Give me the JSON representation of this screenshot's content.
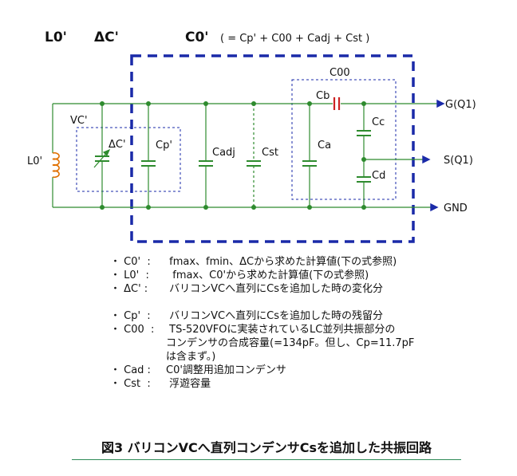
{
  "header": {
    "l0": "L0'",
    "dc": "ΔC'",
    "c0": "C0'",
    "c0_formula": "( = Cp' + C00 + Cadj + Cst )"
  },
  "labels": {
    "c00_box": "C00",
    "vc_box": "VC'",
    "l0_coil": "L0'",
    "dc_cap": "ΔC'",
    "cp": "Cp'",
    "cadj": "Cadj",
    "cst": "Cst",
    "ca": "Ca",
    "cb": "Cb",
    "cc": "Cc",
    "cd": "Cd",
    "g_terminal": "G(Q1)",
    "s_terminal": "S(Q1)",
    "gnd_terminal": "GND"
  },
  "notes": [
    {
      "key": "・ C0'  :",
      "text": " fmax、fmin、ΔCから求めた計算値(下の式参照)"
    },
    {
      "key": "・ L0'  :",
      "text": "  fmax、C0'から求めた計算値(下の式参照)"
    },
    {
      "key": "・ ΔC' :",
      "text": " バリコンVCへ直列にCsを追加した時の変化分"
    },
    {
      "key": "",
      "text": ""
    },
    {
      "key": "・ Cp'  :",
      "text": " バリコンVCへ直列にCsを追加した時の残留分"
    },
    {
      "key": "・ C00  :",
      "text": " TS-520VFOに実装されているLC並列共振部分の\nコンデンサの合成容量(=134pF。但し、Cp=11.7pF\nは含まず。)"
    },
    {
      "key": "・ Cad :",
      "text": "C0'調整用追加コンデンサ"
    },
    {
      "key": "・ Cst  :",
      "text": " 浮遊容量"
    }
  ],
  "caption": "図3 バリコンVCへ直列コンデンサCsを追加した共振回路",
  "colors": {
    "wire": "#2e8b2e",
    "node": "#2e8b2e",
    "cap": "#2e8b2e",
    "big_box": "#1a2aa8",
    "small_box": "#1a2aa8",
    "coil": "#e07000",
    "cb_cap": "#cc2222",
    "arrow": "#1a2aa8"
  }
}
